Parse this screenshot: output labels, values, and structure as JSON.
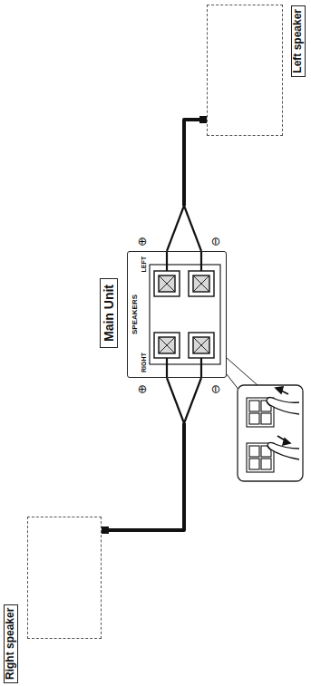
{
  "diagram": {
    "nodes": [
      {
        "text": [
          "Right speaker"
        ]
      },
      {
        "text": [
          "Main Unit"
        ]
      },
      {
        "text": [
          "Left speaker"
        ]
      }
    ],
    "edges": [
      {
        "from": 0,
        "to": 1,
        "arrow": "none"
      },
      {
        "from": 2,
        "to": 1,
        "arrow": "none"
      }
    ],
    "labels": [
      "SPEAKERS",
      "RIGHT",
      "LEFT",
      "⊕",
      "⊖",
      "⊕",
      "⊖"
    ]
  }
}
